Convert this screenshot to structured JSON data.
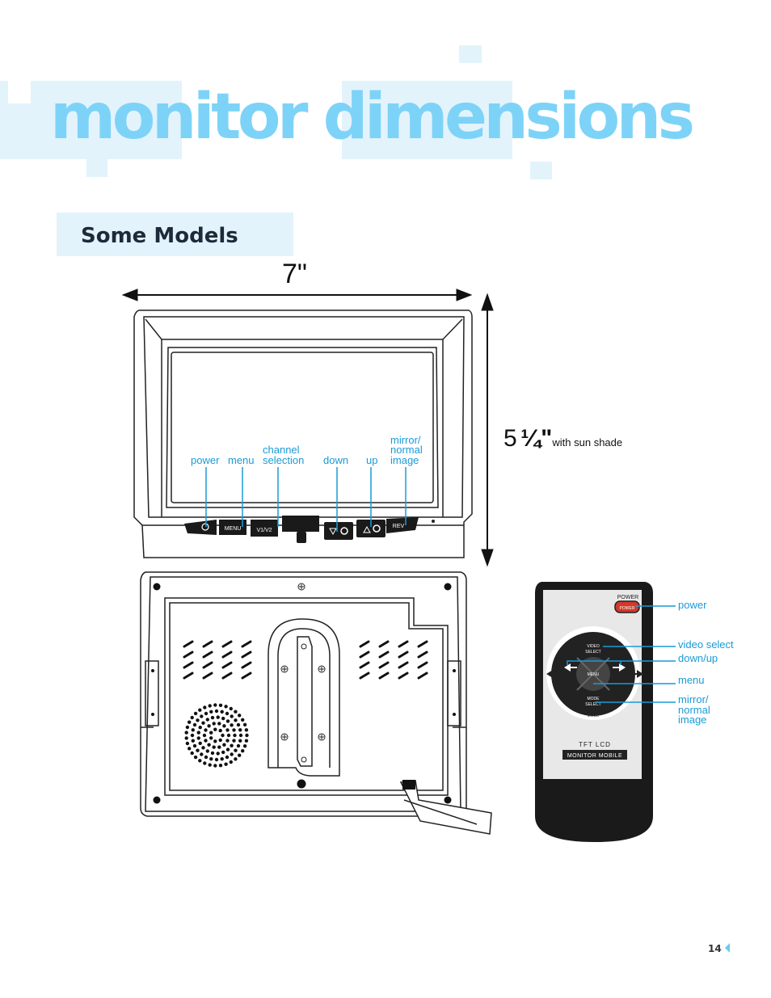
{
  "page": {
    "title": "monitor dimensions",
    "subtitle": "Some Models",
    "page_number": "14",
    "accent_color": "#7dd3f7",
    "label_color": "#1a9ad6"
  },
  "dimensions": {
    "width": "7\"",
    "height_whole": "5",
    "height_fraction": "¼\"",
    "height_note": "with sun shade"
  },
  "monitor_callouts": {
    "power": "power",
    "menu": "menu",
    "channel_line1": "channel",
    "channel_line2": "selection",
    "down": "down",
    "up": "up",
    "mirror_line1": "mirror/",
    "mirror_line2": "normal",
    "mirror_line3": "image"
  },
  "monitor_buttons": {
    "menu": "MENU",
    "v1v2": "V1/V2",
    "rev": "REV"
  },
  "remote_callouts": {
    "power": "power",
    "video_select": "video select",
    "down_up": "down/up",
    "menu": "menu",
    "mirror_line1": "mirror/",
    "mirror_line2": "normal",
    "mirror_line3": "image"
  },
  "remote_labels": {
    "power_top": "POWER",
    "power_button": "POWER",
    "video": "VIDEO",
    "video_select_1": "VIDEO",
    "video_select_2": "SELECT",
    "menu": "MENU",
    "mode_select_1": "MODE",
    "mode_select_2": "SELECT",
    "mode": "MODE",
    "tft_lcd": "TFT LCD",
    "monitor_mobile": "MONITOR MOBILE"
  }
}
